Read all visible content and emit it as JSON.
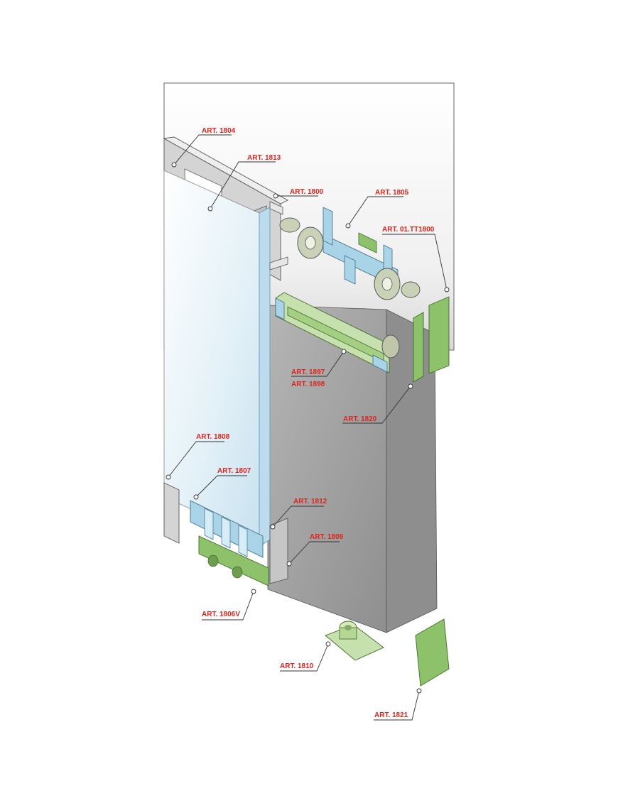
{
  "labels": {
    "art_1804": "ART. 1804",
    "art_1813": "ART. 1813",
    "art_1800": "ART. 1800",
    "art_1805": "ART. 1805",
    "art_01tt1800": "ART. 01.TT1800",
    "art_1897": "ART. 1897",
    "art_1898": "ART. 1898",
    "art_1820": "ART. 1820",
    "art_1808": "ART. 1808",
    "art_1807": "ART. 1807",
    "art_1812": "ART. 1812",
    "art_1809": "ART. 1809",
    "art_1806v": "ART. 1806V",
    "art_1810": "ART. 1810",
    "art_1821": "ART. 1821"
  },
  "colors": {
    "label_red": "#e0241b",
    "part_green": "#8dc26a",
    "wall_grey": "#9c9c9c",
    "glass_blue": "#cfe6f2"
  }
}
